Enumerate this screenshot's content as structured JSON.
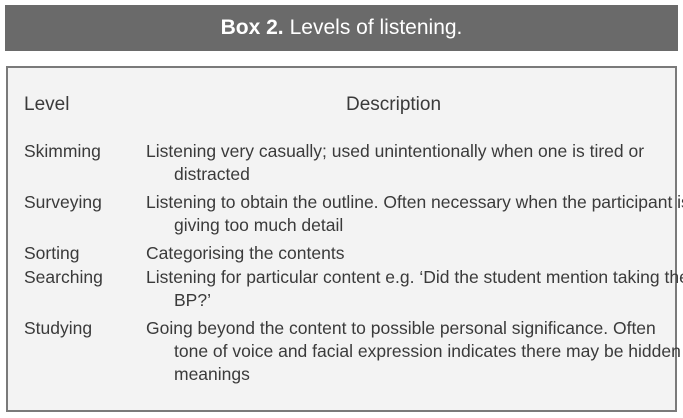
{
  "title": {
    "bold": "Box 2.",
    "text": "Levels of listening."
  },
  "table": {
    "headers": {
      "level": "Level",
      "description": "Description"
    },
    "rows": [
      {
        "level": "Skimming",
        "description": "Listening very casually; used unintentionally when one is tired or distracted"
      },
      {
        "level": "Surveying",
        "description": "Listening to obtain the outline. Often necessary when the participant is giving too much detail"
      },
      {
        "level": "Sorting",
        "description": "Categorising the contents"
      },
      {
        "level": "Searching",
        "description": "Listening for particular content e.g. ‘Did the student mention taking the BP?’"
      },
      {
        "level": "Studying",
        "description": "Going beyond the content to possible personal significance. Often tone of voice and facial expression indicates there may be hidden meanings"
      }
    ]
  }
}
